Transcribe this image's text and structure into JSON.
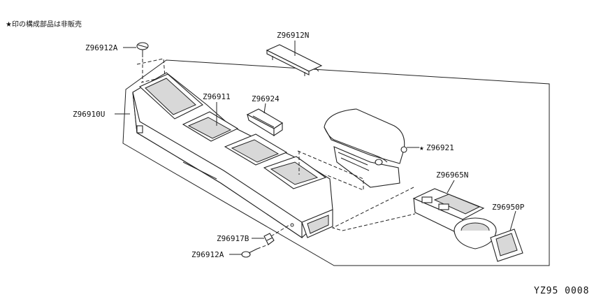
{
  "note": "★印の構成部品は非販売",
  "drawing_code": "YZ95 0008",
  "parts": {
    "screw_top": "Z96912A",
    "lid_plate": "Z96912N",
    "console_body": "Z96910U",
    "console_insert": "Z96911",
    "tray": "Z96924",
    "armrest": "Z96921",
    "armrest_star": "★",
    "holder_unit": "Z96965N",
    "bezel": "Z96950P",
    "clip": "Z96917B",
    "screw_bottom": "Z96912A"
  }
}
